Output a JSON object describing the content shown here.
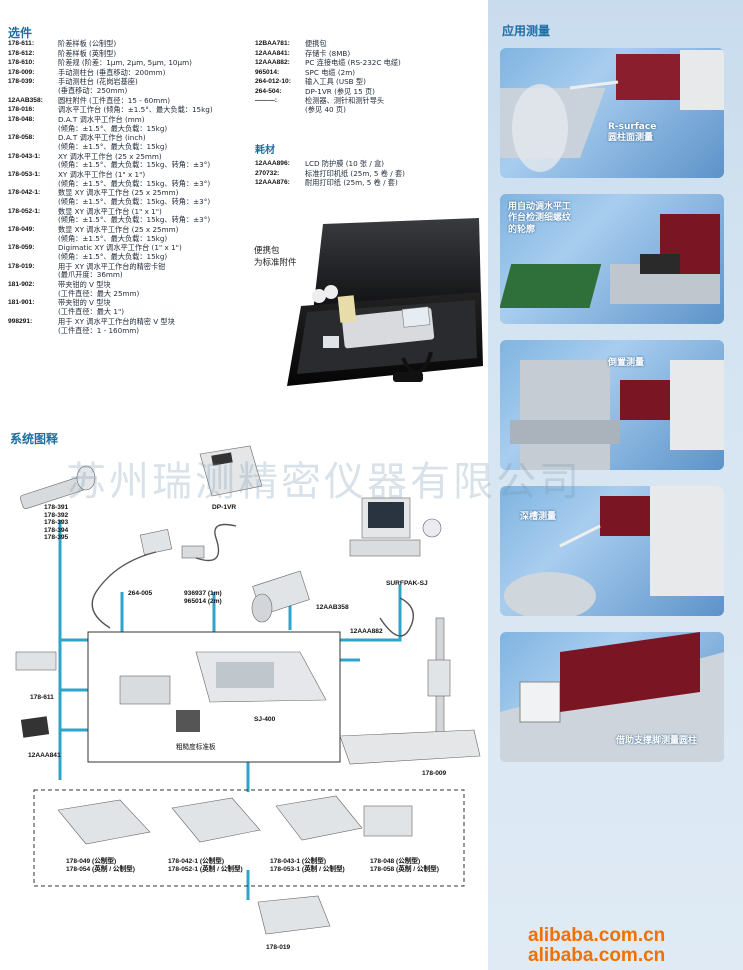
{
  "options": {
    "title": "选件",
    "items": [
      {
        "code": "178-611:",
        "lines": [
          "阶差样板 (公制型)"
        ]
      },
      {
        "code": "178-612:",
        "lines": [
          "阶差样板 (英制型)"
        ]
      },
      {
        "code": "178-610:",
        "lines": [
          "阶差规 (阶差：1μm, 2μm, 5μm, 10μm)"
        ]
      },
      {
        "code": "178-009:",
        "lines": [
          "手动测柱台 (垂直移动：200mm)"
        ]
      },
      {
        "code": "178-039:",
        "lines": [
          "手动测柱台 (花岗岩基座)",
          "(垂直移动：250mm)"
        ]
      },
      {
        "code": "12AAB358:",
        "lines": [
          "圆柱附件 (工件直径：15 - 60mm)"
        ]
      },
      {
        "code": "178-016:",
        "lines": [
          "调水平工作台 (倾角：±1.5°、最大负载：15kg)"
        ]
      },
      {
        "code": "178-048:",
        "lines": [
          "D.A.T 调水平工作台 (mm)",
          "(倾角：±1.5°、最大负载：15kg)"
        ]
      },
      {
        "code": "178-058:",
        "lines": [
          "D.A.T 调水平工作台 (inch)",
          "(倾角：±1.5°、最大负载：15kg)"
        ]
      },
      {
        "code": "178-043-1:",
        "lines": [
          "XY 调水平工作台 (25 x 25mm)",
          "(倾角：±1.5°、最大负载：15kg、转角：±3°)"
        ]
      },
      {
        "code": "178-053-1:",
        "lines": [
          "XY 调水平工作台 (1\" x 1\")",
          "(倾角：±1.5°、最大负载：15kg、转角：±3°)"
        ]
      },
      {
        "code": "178-042-1:",
        "lines": [
          "数显 XY 调水平工作台 (25 x 25mm)",
          "(倾角：±1.5°、最大负载：15kg、转角：±3°)"
        ]
      },
      {
        "code": "178-052-1:",
        "lines": [
          "数显 XY 调水平工作台 (1\" x 1\")",
          "(倾角：±1.5°、最大负载：15kg、转角：±3°)"
        ]
      },
      {
        "code": "178-049:",
        "lines": [
          "数显 XY 调水平工作台 (25 x 25mm)",
          "(倾角：±1.5°、最大负载：15kg)"
        ]
      },
      {
        "code": "178-059:",
        "lines": [
          "Digimatic XY 调水平工作台 (1\" x 1\")",
          "(倾角：±1.5°、最大负载：15kg)"
        ]
      },
      {
        "code": "178-019:",
        "lines": [
          "用于 XY 调水平工作台的精密卡钳",
          "(最爪开度：36mm)"
        ]
      },
      {
        "code": "181-902:",
        "lines": [
          "带夹钳的 V 型块",
          "(工件直径：最大 25mm)"
        ]
      },
      {
        "code": "181-901:",
        "lines": [
          "带夹钳的 V 型块",
          "(工件直径：最大 1\")"
        ]
      },
      {
        "code": "998291:",
        "lines": [
          "用于 XY 调水平工作台的精密 V 型块",
          "(工件直径：1 - 160mm)"
        ]
      }
    ]
  },
  "accessories": {
    "items": [
      {
        "code": "12BAA781:",
        "lines": [
          "便携包"
        ]
      },
      {
        "code": "12AAA841:",
        "lines": [
          "存储卡 (8MB)"
        ]
      },
      {
        "code": "12AAA882:",
        "lines": [
          "PC 连接电缆 (RS-232C 电缆)"
        ]
      },
      {
        "code": "965014:",
        "lines": [
          "SPC 电缆 (2m)"
        ]
      },
      {
        "code": "264-012-10:",
        "lines": [
          "输入工具 (USB 型)"
        ]
      },
      {
        "code": "264-504:",
        "lines": [
          "DP-1VR (参见 15 页)"
        ]
      },
      {
        "code": "———:",
        "lines": [
          "检测器、测针和测针导头",
          "(参见 40 页)"
        ]
      }
    ]
  },
  "consumables": {
    "title": "耗材",
    "items": [
      {
        "code": "12AAA896:",
        "lines": [
          "LCD 防护膜 (10 张 / 盒)"
        ]
      },
      {
        "code": "270732:",
        "lines": [
          "标准打印机纸 (25m, 5 卷 / 套)"
        ]
      },
      {
        "code": "12AAA876:",
        "lines": [
          "耐用打印纸 (25m, 5 卷 / 套)"
        ]
      }
    ]
  },
  "case_caption": {
    "line1": "便携包",
    "line2": "为标准附件"
  },
  "applications": {
    "title": "应用测量",
    "panels": [
      {
        "caption_lines": [
          "R-surface",
          "圆柱面测量"
        ]
      },
      {
        "caption_lines": [
          "用自动调水平工",
          "作台检测细螺纹",
          "的轮廓"
        ]
      },
      {
        "caption_lines": [
          "倒置测量"
        ]
      },
      {
        "caption_lines": [
          "深槽测量"
        ]
      },
      {
        "caption_lines": [
          "借助支撑脚测量圆柱"
        ]
      }
    ]
  },
  "system": {
    "title": "系统图释",
    "watermark": "苏州瑞测精密仪器有限公司",
    "labels": {
      "probe_codes": [
        "178-391",
        "178-392",
        "178-393",
        "178-394",
        "178-395"
      ],
      "printer": "DP-1VR",
      "adapter": "264-005",
      "cable": "936937 (1m)",
      "cable2": "965014 (2m)",
      "cylinder": "12AAB358",
      "software": "SURFPAK-SJ",
      "pc_cable": "12AAA882",
      "step_gauge": "178-611",
      "memory_card": "12AAA841",
      "main_unit": "SJ-400",
      "specimen": "粗糙度标准板",
      "stand": "178-009",
      "t1a": "178-049 (公制型)",
      "t1b": "178-054 (英制 / 公制型)",
      "t2a": "178-042-1 (公制型)",
      "t2b": "178-052-1 (英制 / 公制型)",
      "t3a": "178-043-1 (公制型)",
      "t3b": "178-053-1 (英制 / 公制型)",
      "t4a": "178-048 (公制型)",
      "t4b": "178-058 (英制 / 公制型)",
      "vise": "178-019"
    }
  },
  "footer": {
    "line1": "alibaba.com.cn",
    "line2": "alibaba.com.cn"
  },
  "colors": {
    "heading": "#1b6fa5",
    "connector": "#2fa3c9",
    "panel_bg": "#d6e5f2",
    "brand": "#f07000"
  }
}
